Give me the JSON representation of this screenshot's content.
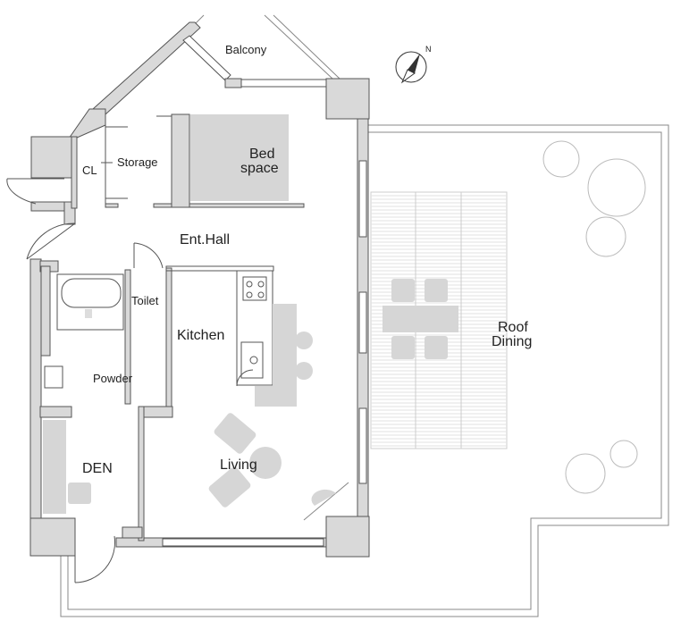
{
  "rooms": {
    "balcony": "Balcony",
    "closet": "CL",
    "storage": "Storage",
    "bed_space_line1": "Bed",
    "bed_space_line2": "space",
    "entrance_hall": "Ent.Hall",
    "toilet": "Toilet",
    "kitchen": "Kitchen",
    "powder": "Powder",
    "den": "DEN",
    "living": "Living",
    "roof_dining_line1": "Roof",
    "roof_dining_line2": "Dining"
  },
  "compass": {
    "label": "N"
  },
  "colors": {
    "wall": "#d9d9d9",
    "outline": "#555555",
    "furniture": "#d6d6d6"
  }
}
